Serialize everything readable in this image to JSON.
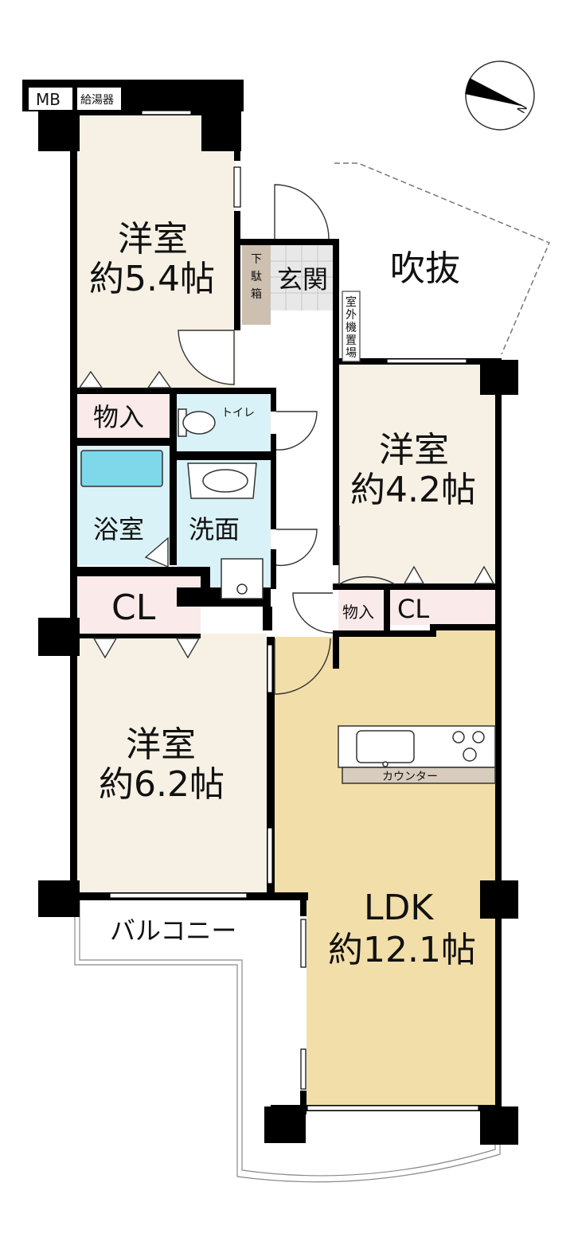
{
  "badges": {
    "mb": "MB",
    "water_heater": "給湯器"
  },
  "compass": {
    "north": "N"
  },
  "rooms": {
    "western_54": {
      "name": "洋室",
      "size": "約5.4帖"
    },
    "western_42": {
      "name": "洋室",
      "size": "約4.2帖"
    },
    "western_62": {
      "name": "洋室",
      "size": "約6.2帖"
    },
    "ldk": {
      "name": "LDK",
      "size": "約12.1帖"
    }
  },
  "labels": {
    "entrance": "玄関",
    "shoe_box": [
      "下",
      "駄",
      "箱"
    ],
    "void": "吹抜",
    "outdoor_unit": [
      "室",
      "外",
      "機",
      "置",
      "場"
    ],
    "storage_left": "物入",
    "toilet": "トイレ",
    "bath": "浴室",
    "washroom": "洗面",
    "closet_left": "CL",
    "storage_right": "物入",
    "closet_right": "CL",
    "counter": "カウンター",
    "balcony": "バルコニー"
  },
  "colors": {
    "room_beige": "#f6f1e4",
    "ldk_tan": "#f2dea9",
    "wet_cyan": "#d9f2f7",
    "storage_pink": "#fbeaea",
    "shoe_brown": "#cdc0b0",
    "wall": "#000000"
  }
}
